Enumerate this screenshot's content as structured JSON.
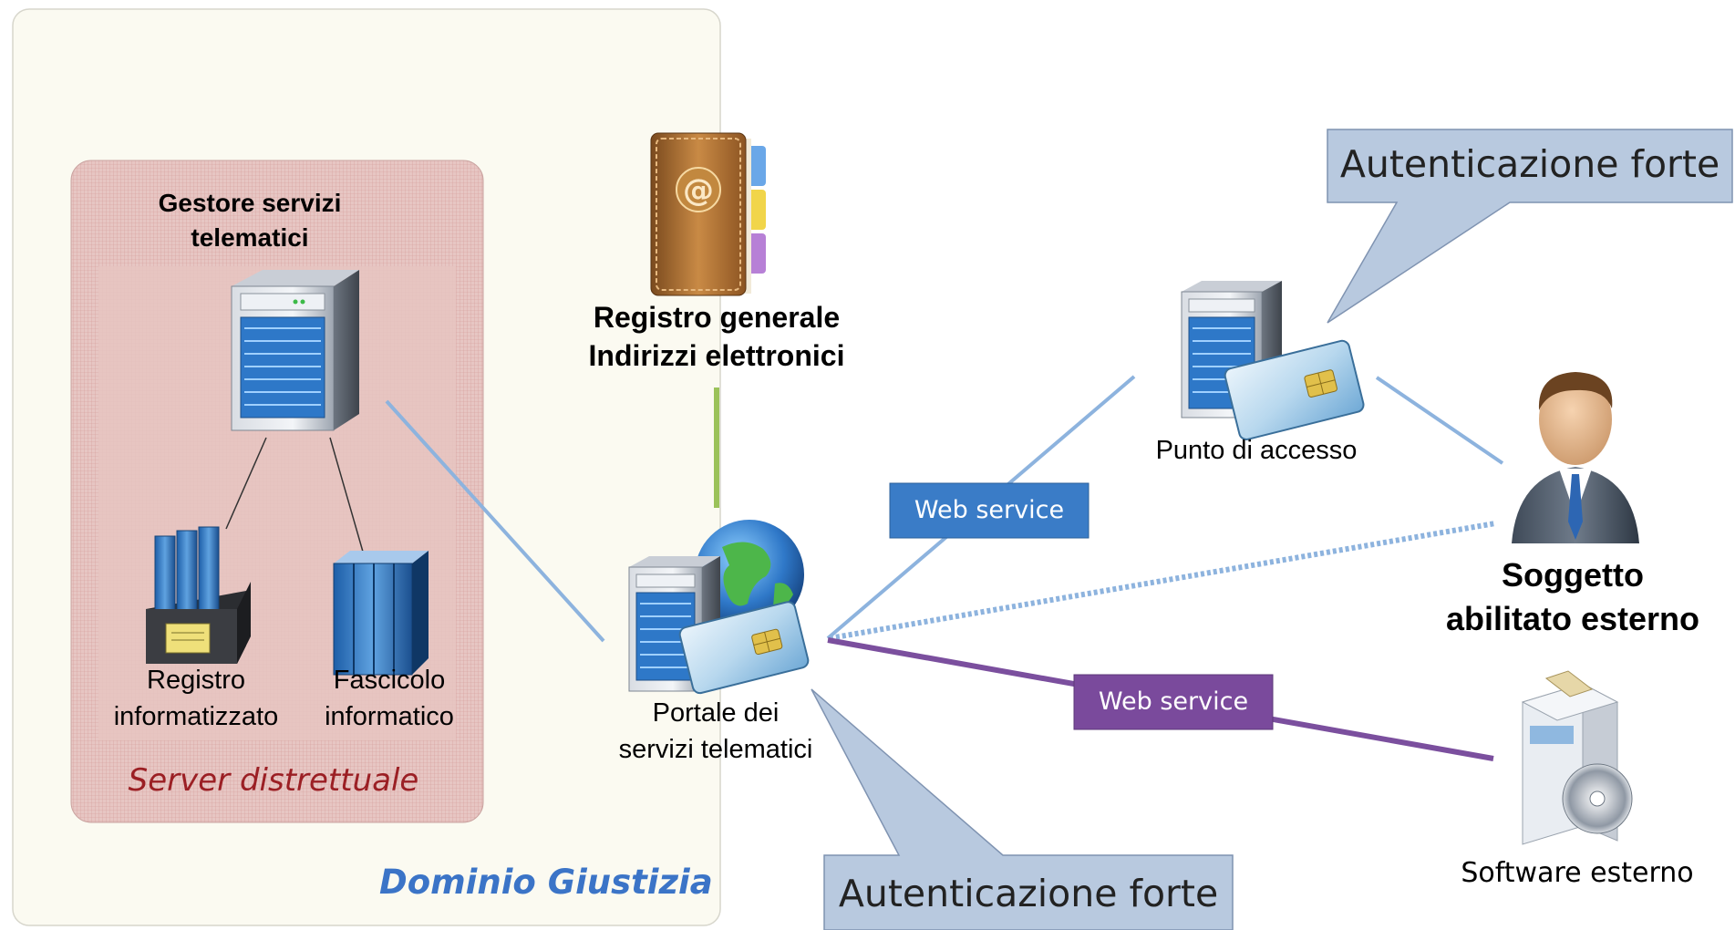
{
  "domain_box": {
    "label": "Dominio Giustizia",
    "label_color": "#3b74c7",
    "fill": "#fbfaf1"
  },
  "district_server": {
    "label": "Server distrettuale",
    "label_color": "#9b1f24",
    "fill": "#e8c7c4",
    "gestore": {
      "label": "Gestore servizi telematici"
    },
    "registro": {
      "label_line1": "Registro",
      "label_line2": "informatizzato"
    },
    "fascicolo": {
      "label_line1": "Fascicolo",
      "label_line2": "informatico"
    }
  },
  "reginde": {
    "label_line1": "Registro generale",
    "label_line2": "Indirizzi elettronici"
  },
  "portale": {
    "label_line1": "Portale dei",
    "label_line2": "servizi telematici"
  },
  "punto_accesso": {
    "label": "Punto di accesso"
  },
  "soggetto": {
    "label_line1": "Soggetto",
    "label_line2": "abilitato esterno"
  },
  "software": {
    "label": "Software esterno"
  },
  "web_service_blue": {
    "label": "Web service",
    "fill": "#3a7cc7"
  },
  "web_service_purple": {
    "label": "Web service",
    "fill": "#7a4a9c"
  },
  "callout_top": {
    "label": "Autenticazione forte",
    "fill": "#b8c9df"
  },
  "callout_bottom": {
    "label": "Autenticazione forte",
    "fill": "#b8c9df"
  },
  "colors": {
    "line_blue": "#8db3de",
    "line_green": "#9bc25a",
    "line_purple": "#7b4f9e",
    "dotted": "#8db3de"
  },
  "icons": {
    "server": "server-tower-icon",
    "address_book": "address-book-icon",
    "globe": "globe-icon",
    "smart_card": "smart-card-icon",
    "person": "person-icon",
    "software_box": "software-box-icon",
    "binder": "binder-icon",
    "books": "books-icon"
  }
}
